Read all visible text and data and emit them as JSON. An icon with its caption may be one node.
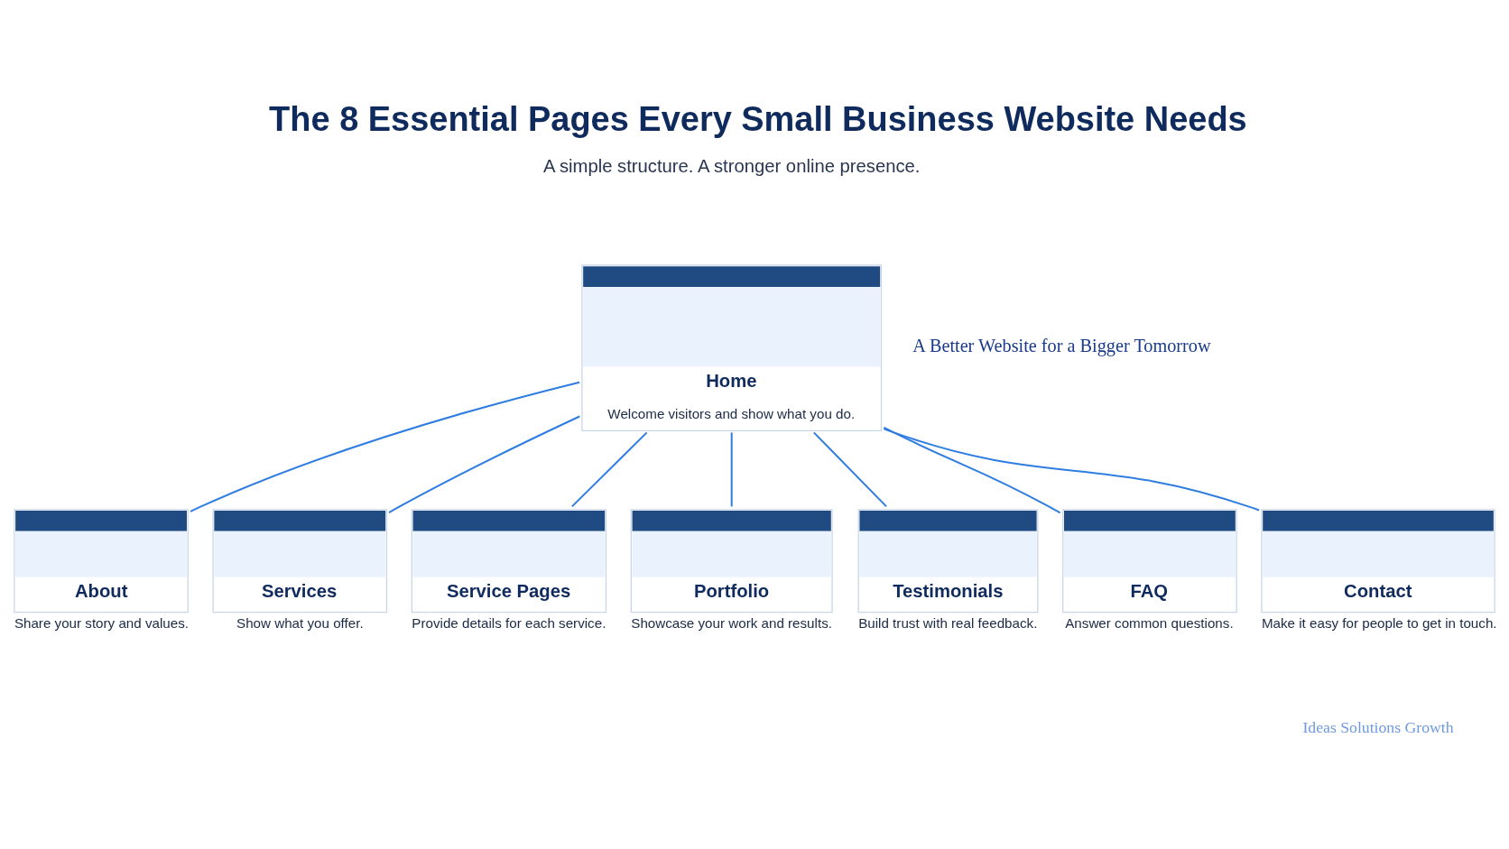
{
  "diagram": {
    "title": "The 8 Essential Pages Every Small Business Website Needs",
    "nodes": [
      {
        "text": [
          "Home",
          "Welcome visitors and show what you do."
        ]
      },
      {
        "text": [
          "About"
        ],
        "beside": [
          "Share your story and values."
        ]
      },
      {
        "text": [
          "Services"
        ],
        "beside": [
          "Show what you offer."
        ]
      },
      {
        "text": [
          "Service Pages"
        ],
        "beside": [
          "Provide details for each service."
        ]
      },
      {
        "text": [
          "Portfolio"
        ],
        "beside": [
          "Showcase your work and results."
        ]
      },
      {
        "text": [
          "Testimonials"
        ],
        "beside": [
          "Build trust with real feedback."
        ]
      },
      {
        "text": [
          "FAQ"
        ],
        "beside": [
          "Answer common questions."
        ]
      },
      {
        "text": [
          "Contact"
        ],
        "beside": [
          "Make it easy for people to get in touch."
        ]
      }
    ],
    "edges": [
      {
        "from": 0,
        "to": 1,
        "arrow": "none"
      },
      {
        "from": 0,
        "to": 2,
        "arrow": "none"
      },
      {
        "from": 0,
        "to": 3,
        "arrow": "none"
      },
      {
        "from": 0,
        "to": 4,
        "arrow": "none"
      },
      {
        "from": 0,
        "to": 5,
        "arrow": "none"
      },
      {
        "from": 0,
        "to": 6,
        "arrow": "none"
      },
      {
        "from": 0,
        "to": 7,
        "arrow": "none"
      }
    ],
    "labels": [
      "A simple structure. A stronger online presence.",
      "A Better Website for a Bigger Tomorrow",
      "Ideas Solutions Growth"
    ]
  }
}
